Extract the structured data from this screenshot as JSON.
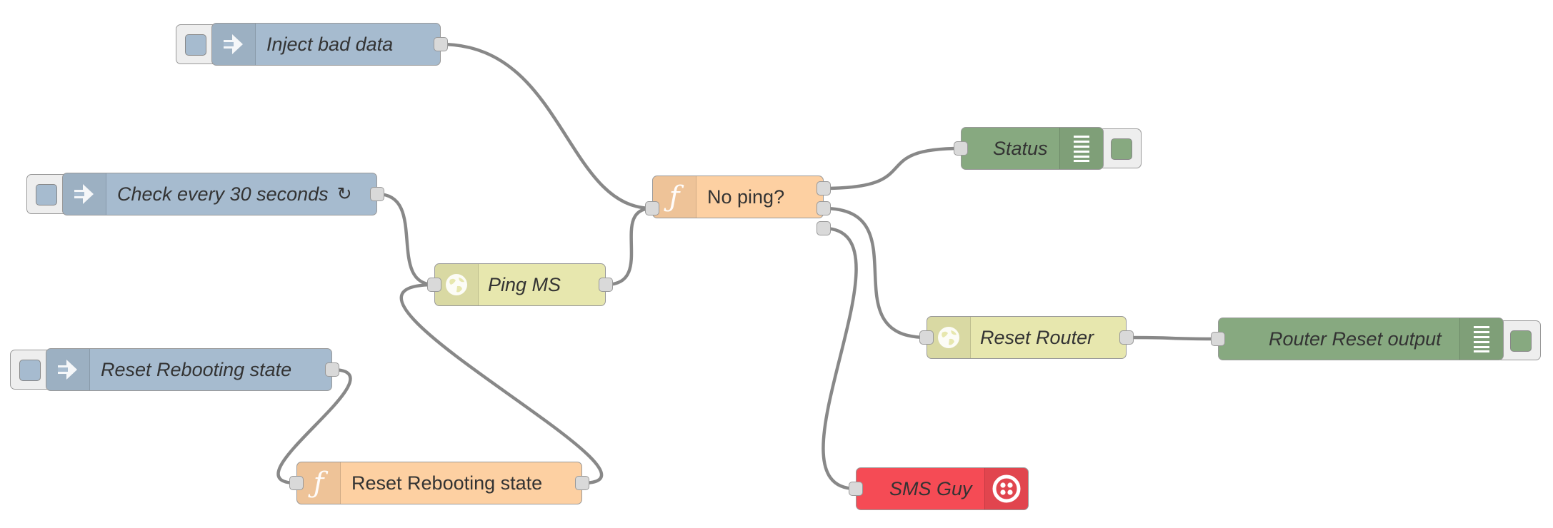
{
  "colors": {
    "inject": "#a6bbcf",
    "function": "#fdd0a2",
    "http": "#e7e7ae",
    "debug": "#87a980",
    "twilio": "#f54b55",
    "wire": "#888888"
  },
  "nodes": {
    "inject_bad_data": {
      "label": "Inject bad data",
      "icon": "inject-arrow-icon"
    },
    "check_every_30": {
      "label": "Check every 30 seconds",
      "repeat_symbol": "↻",
      "icon": "inject-arrow-icon"
    },
    "reset_rebooting_inject": {
      "label": "Reset Rebooting state",
      "icon": "inject-arrow-icon"
    },
    "ping_ms": {
      "label": "Ping MS",
      "icon": "globe-icon"
    },
    "no_ping": {
      "label": "No ping?",
      "icon": "function-icon"
    },
    "reset_rebooting_function": {
      "label": "Reset Rebooting state",
      "icon": "function-icon"
    },
    "status": {
      "label": "Status",
      "icon": "debug-list-icon"
    },
    "reset_router": {
      "label": "Reset Router",
      "icon": "globe-icon"
    },
    "router_reset_output": {
      "label": "Router Reset output",
      "icon": "debug-list-icon"
    },
    "sms_guy": {
      "label": "SMS Guy",
      "icon": "twilio-icon"
    }
  }
}
